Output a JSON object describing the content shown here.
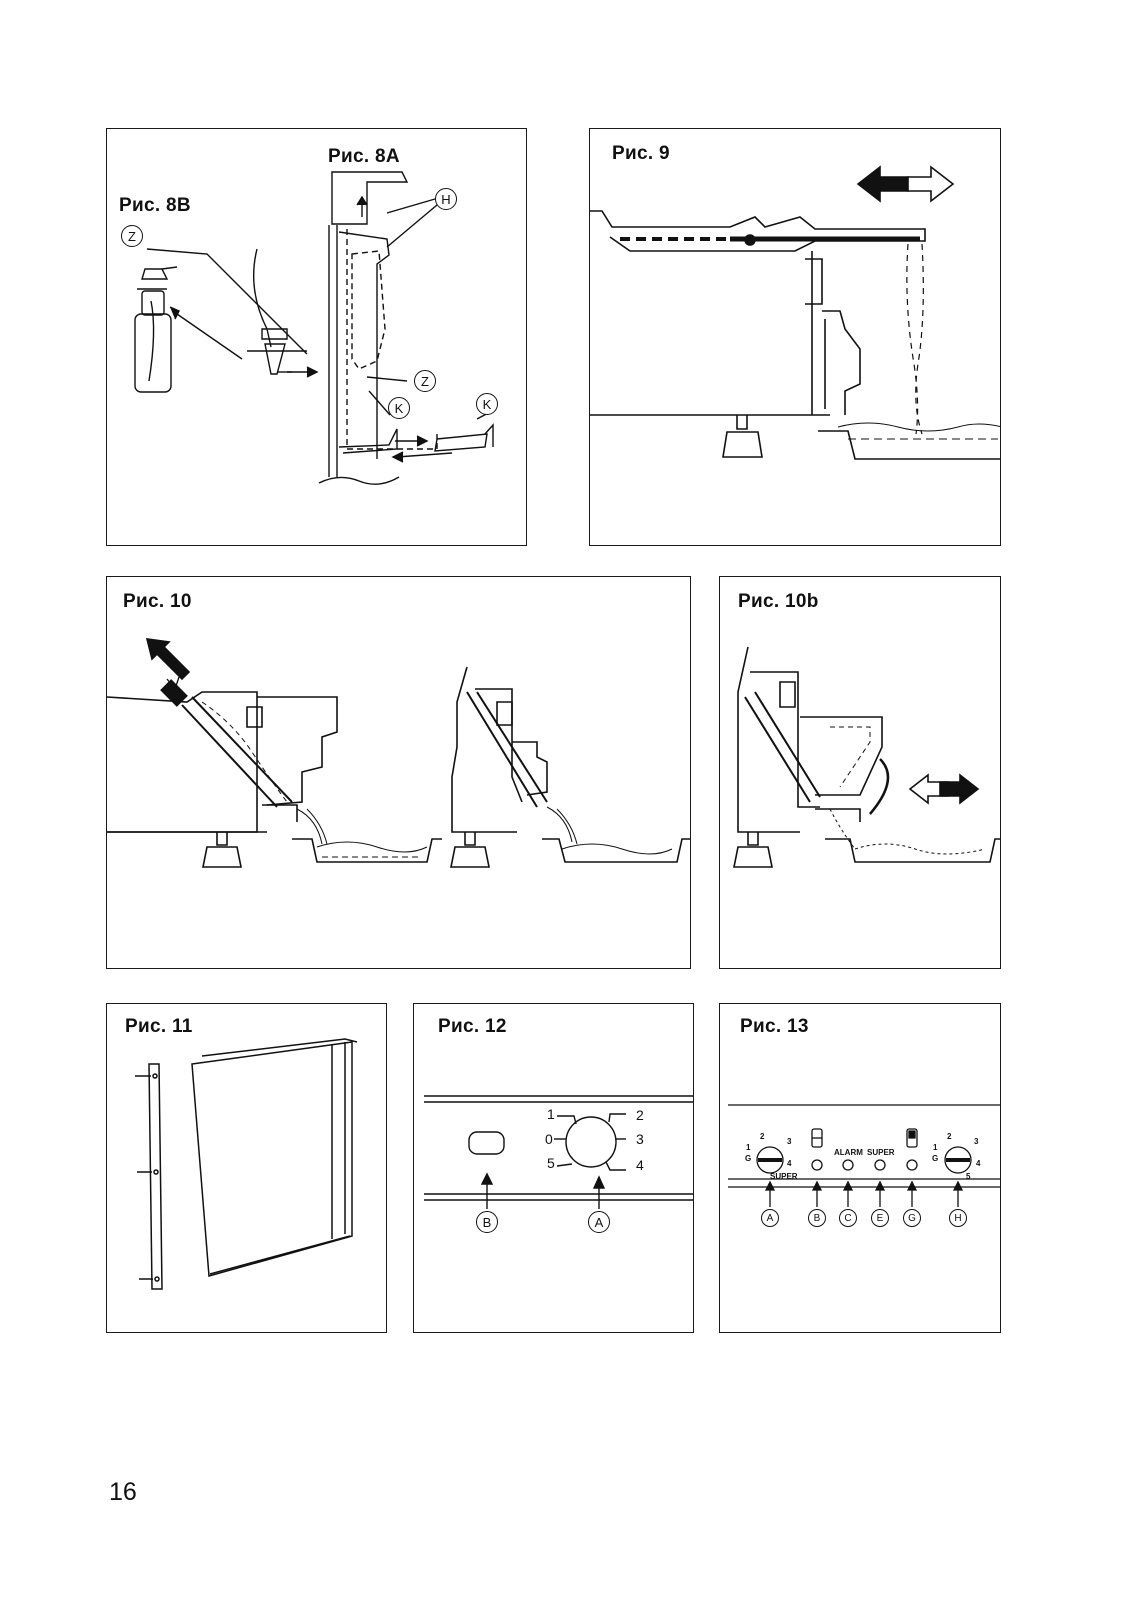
{
  "page_number": "16",
  "figures": {
    "fig8": {
      "caption_a": "Рис. 8A",
      "caption_b": "Рис. 8B",
      "callouts": {
        "h": "H",
        "z1": "Z",
        "z2": "Z",
        "k1": "K",
        "k2": "K"
      }
    },
    "fig9": {
      "caption": "Рис. 9"
    },
    "fig10": {
      "caption": "Рис. 10"
    },
    "fig10b": {
      "caption": "Рис. 10b"
    },
    "fig11": {
      "caption": "Рис. 11"
    },
    "fig12": {
      "caption": "Рис. 12",
      "dial_numbers": {
        "n1": "1",
        "n0": "0",
        "n5": "5",
        "n2": "2",
        "n3": "3",
        "n4": "4"
      },
      "callouts": {
        "b": "B",
        "a": "A"
      }
    },
    "fig13": {
      "caption": "Рис. 13",
      "panel_labels": {
        "alarm": "ALARM",
        "super": "SUPER",
        "super_left": "SUPER"
      },
      "left_dial_numbers": {
        "g": "G",
        "n1": "1",
        "n2": "2",
        "n3": "3",
        "n4": "4"
      },
      "right_dial_numbers": {
        "g": "G",
        "n1": "1",
        "n2": "2",
        "n3": "3",
        "n4": "4",
        "n5": "5"
      },
      "callouts": {
        "a": "A",
        "b": "B",
        "c": "C",
        "e": "E",
        "g": "G",
        "h": "H"
      }
    }
  },
  "colors": {
    "ink": "#111111",
    "paper": "#ffffff"
  }
}
